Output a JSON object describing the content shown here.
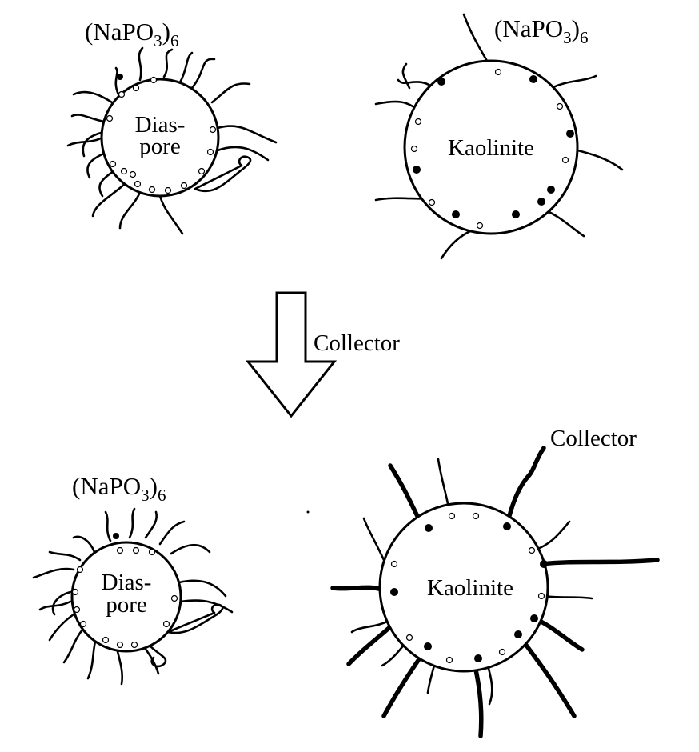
{
  "labels": {
    "napo3_formula_base": "(NaPO",
    "napo3_sub3": "3",
    "napo3_close": ")",
    "napo3_sub6": "6",
    "diaspore_line1": "Dias-",
    "diaspore_line2": "pore",
    "kaolinite": "Kaolinite",
    "arrow_label": "Collector",
    "collector_pointer": "Collector"
  }
}
